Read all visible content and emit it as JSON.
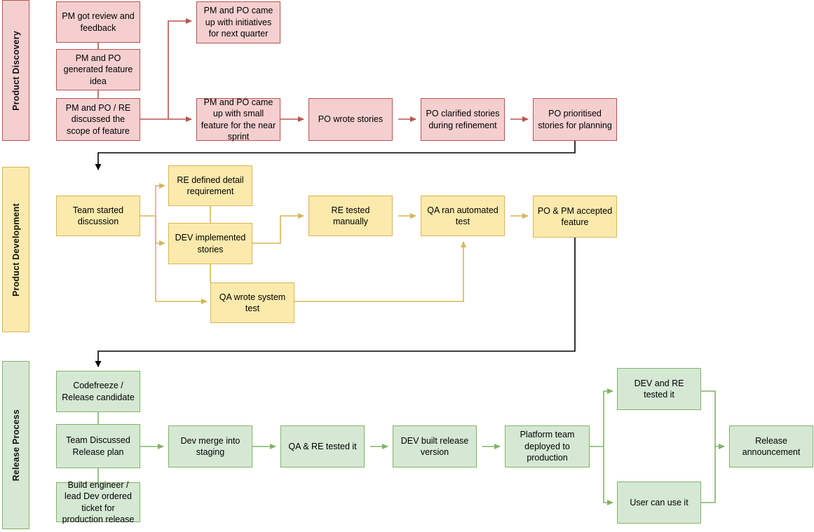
{
  "diagram": {
    "title": "Product Discovery / Development / Release Process Flowchart",
    "colors": {
      "discovery_fill": "#f5cfcf",
      "discovery_stroke": "#b85450",
      "development_fill": "#fbeaac",
      "development_stroke": "#d6b656",
      "release_fill": "#d5e8d4",
      "release_stroke": "#82b366",
      "cross_lane_connector": "#000000",
      "background": "#ffffff"
    }
  },
  "lanes": [
    {
      "id": "product-discovery",
      "label": "Product Discovery"
    },
    {
      "id": "product-development",
      "label": "Product Development"
    },
    {
      "id": "release-process",
      "label": "Release Process"
    }
  ],
  "nodes": {
    "discovery": [
      {
        "id": "pm-got-review",
        "label": "PM got review and feedback"
      },
      {
        "id": "pm-po-feature-idea",
        "label": "PM and PO generated feature idea"
      },
      {
        "id": "pm-po-re-scope",
        "label": "PM and PO / RE discussed the scope of feature"
      },
      {
        "id": "pm-po-initiatives",
        "label": "PM and PO came up with initiatives for next quarter"
      },
      {
        "id": "pm-po-small-feature",
        "label": "PM and PO came up with small feature for the near sprint"
      },
      {
        "id": "po-wrote-stories",
        "label": "PO wrote stories"
      },
      {
        "id": "po-clarified-stories",
        "label": "PO clarified stories during refinement"
      },
      {
        "id": "po-prioritised",
        "label": "PO prioritised stories for planning"
      }
    ],
    "development": [
      {
        "id": "team-started-discussion",
        "label": "Team started discussion"
      },
      {
        "id": "re-defined-detail",
        "label": "RE defined detail requirement"
      },
      {
        "id": "dev-implemented-stories",
        "label": "DEV implemented stories"
      },
      {
        "id": "qa-wrote-system-test",
        "label": "QA wrote system test"
      },
      {
        "id": "re-tested-manually",
        "label": "RE tested manually"
      },
      {
        "id": "qa-ran-automated-test",
        "label": "QA ran automated test"
      },
      {
        "id": "po-pm-accepted-feature",
        "label": "PO & PM accepted feature"
      }
    ],
    "release": [
      {
        "id": "codefreeze",
        "label": "Codefreeze  / Release candidate"
      },
      {
        "id": "team-discussed-plan",
        "label": "Team Discussed Release plan"
      },
      {
        "id": "build-engineer-ticket",
        "label": "Build engineer /  lead Dev ordered ticket for production release"
      },
      {
        "id": "dev-merge-staging",
        "label": "Dev merge into staging"
      },
      {
        "id": "qa-re-tested-it",
        "label": "QA & RE tested it"
      },
      {
        "id": "dev-built-release",
        "label": "DEV built release version"
      },
      {
        "id": "platform-deployed",
        "label": "Platform team deployed to production"
      },
      {
        "id": "dev-re-tested-it",
        "label": "DEV and RE tested it"
      },
      {
        "id": "user-can-use-it",
        "label": "User can use it"
      },
      {
        "id": "release-announcement",
        "label": "Release announcement"
      }
    ]
  }
}
